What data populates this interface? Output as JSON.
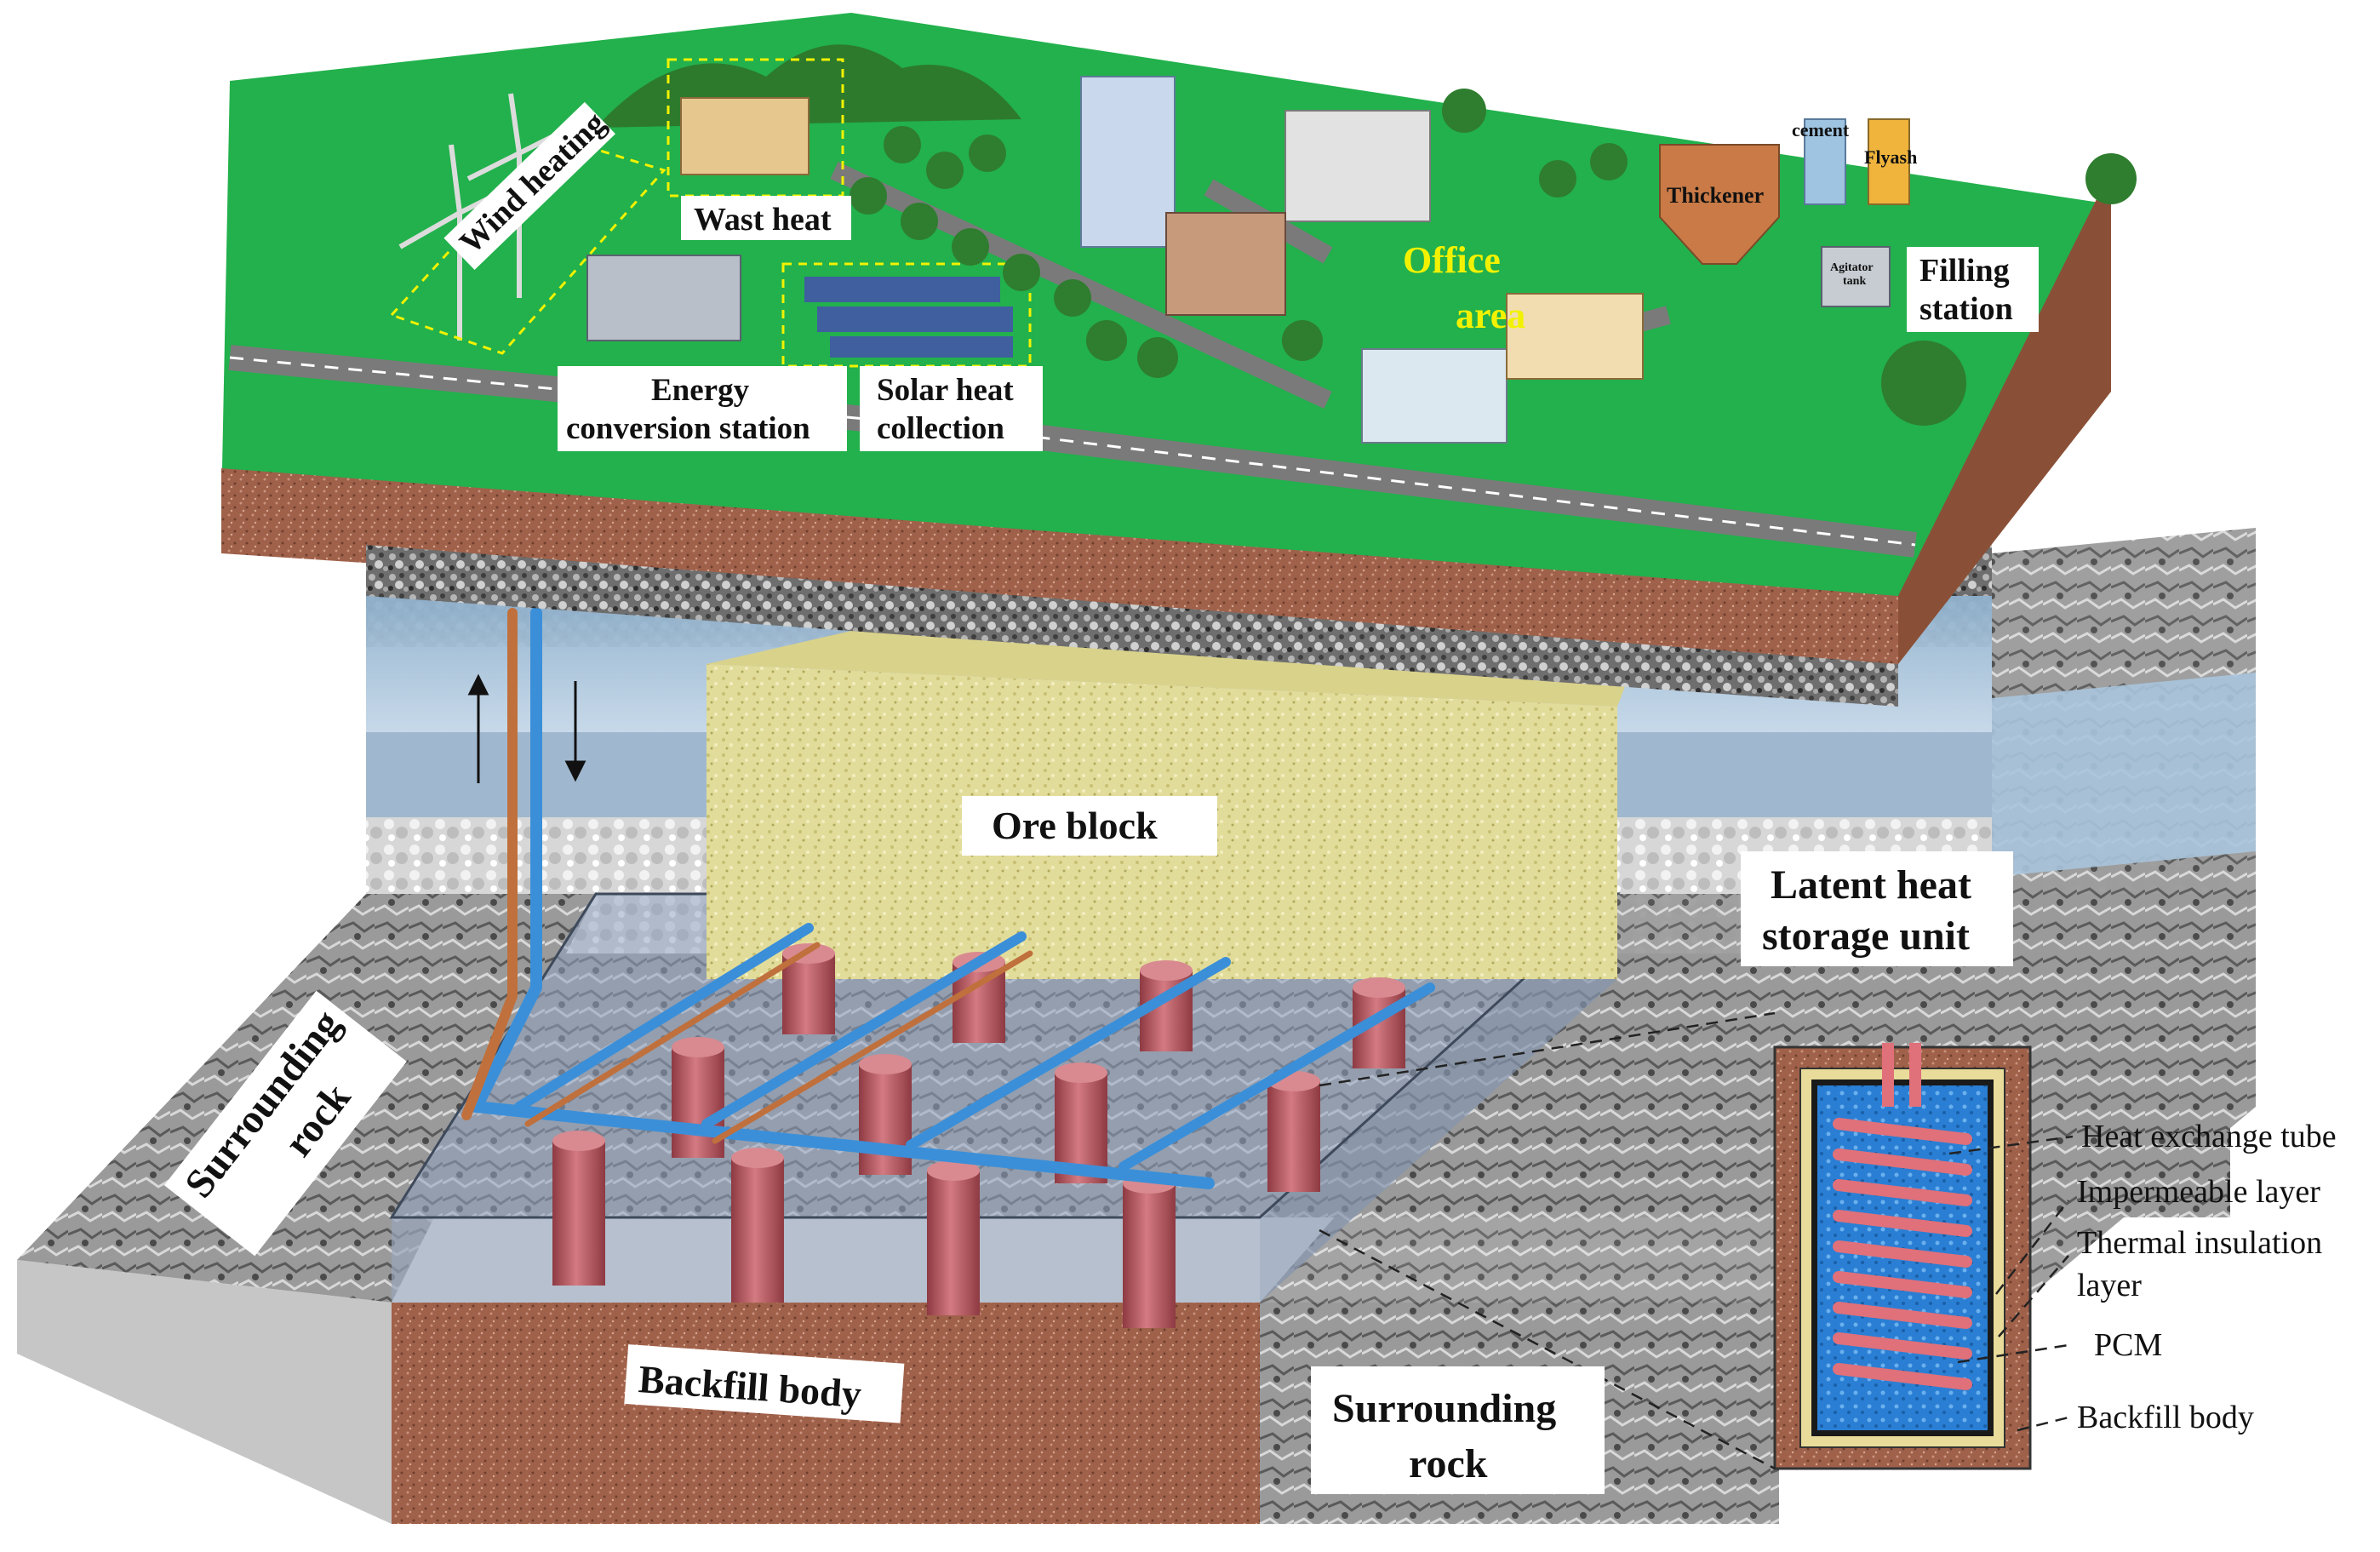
{
  "surface": {
    "wind_heating": "Wind heating",
    "wast_heat": "Wast heat",
    "energy_station_line1": "Energy",
    "energy_station_line2": "conversion station",
    "solar_line1": "Solar heat",
    "solar_line2": "collection",
    "office_line1": "Office",
    "office_line2": "area",
    "thickener": "Thickener",
    "cement": "cement",
    "flyash": "Flyash",
    "agitator_line1": "Agitator",
    "agitator_line2": "tank",
    "filling_line1": "Filling",
    "filling_line2": "station"
  },
  "underground": {
    "ore_block": "Ore block",
    "latent_line1": "Latent heat",
    "latent_line2": "storage unit",
    "surrounding_rock_left_line1": "Surrounding",
    "surrounding_rock_left_line2": "rock",
    "backfill_body": "Backfill body",
    "surrounding_rock_right_line1": "Surrounding",
    "surrounding_rock_right_line2": "rock"
  },
  "detail_legend": {
    "heat_exchange_tube": "Heat exchange tube",
    "impermeable_layer": "Impermeable layer",
    "thermal_insulation_line1": "Thermal insulation",
    "thermal_insulation_line2": "layer",
    "pcm": "PCM",
    "backfill_body": "Backfill body"
  },
  "colors": {
    "grass": "#22b14c",
    "soil": "#a0614a",
    "rock_gray": "#9a9a9a",
    "aquifer_blue": "#a9c4dc",
    "ore_yellow": "#e2dc9a",
    "pcm_blue": "#2a7fd4",
    "pipe_red": "#c9565e",
    "pipe_blue": "#3b8fd9",
    "pipe_brown": "#c0703c",
    "highlight_yellow": "#f2f200"
  }
}
